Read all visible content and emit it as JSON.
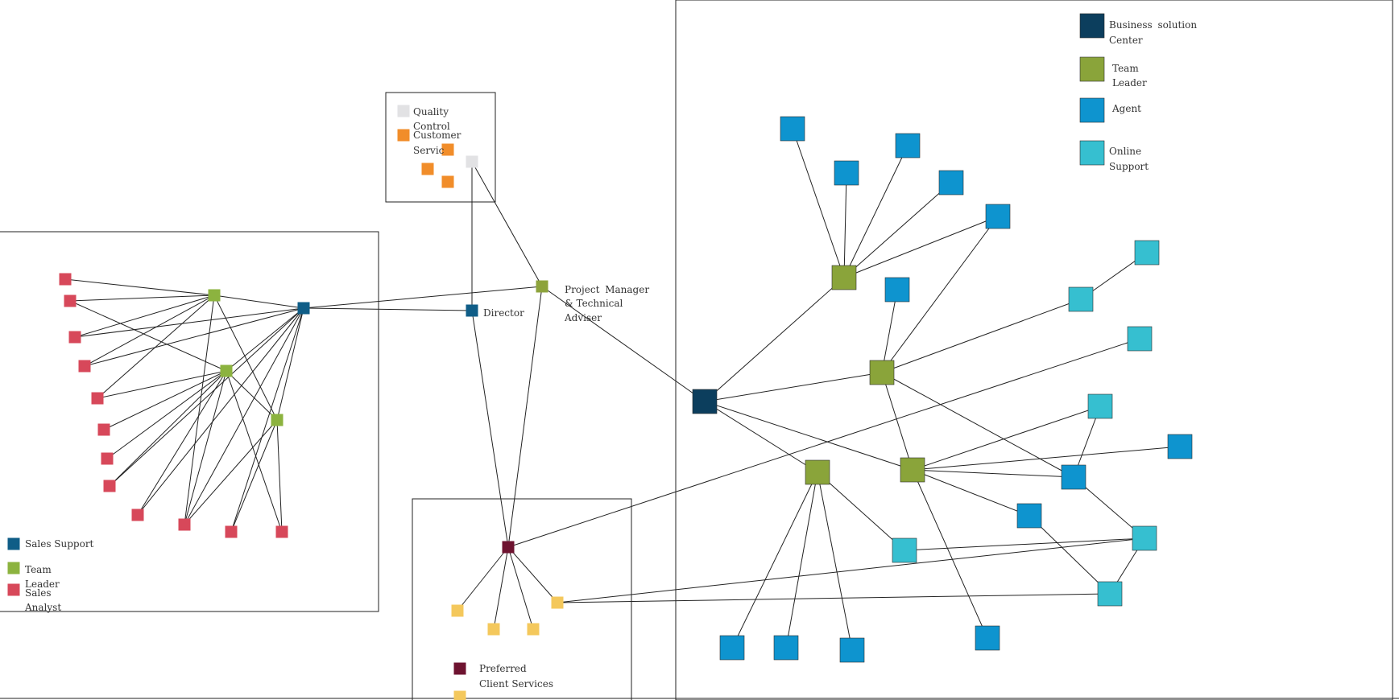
{
  "colors": {
    "sales_support": "#0f5d87",
    "team_leader": "#8cb33f",
    "sales_analyst": "#d7485a",
    "director": "#0f5d87",
    "project_manager": "#8da33b",
    "quality_control": "#e2e2e4",
    "customer_service": "#f18d2a",
    "preferred_client": "#6e1330",
    "preferred_member": "#f4c85c",
    "business_center": "#0c3e5d",
    "right_team_leader": "#8aa43a",
    "agent": "#0e94cf",
    "online_support": "#36bfd0",
    "edge": "#222222",
    "frame": "#222222"
  },
  "labels": {
    "director": "Director",
    "project_manager": [
      "Project Manager",
      "& Technical",
      "Adviser"
    ],
    "legend_sales_support": "Sales Support",
    "legend_team_leader": [
      "Team",
      "Leader"
    ],
    "legend_sales_analyst": [
      "Sales",
      "Analyst"
    ],
    "legend_quality_control": [
      "Quality",
      "Control"
    ],
    "legend_customer_service": [
      "Customer",
      "Servic"
    ],
    "legend_preferred_client": [
      "Preferred",
      "Client Services"
    ],
    "legend_business_center": [
      "Business solution",
      "Center"
    ],
    "legend_right_team_leader": [
      "Team",
      "Leader"
    ],
    "legend_agent": "Agent",
    "legend_online_support": [
      "Online",
      "Support"
    ]
  }
}
